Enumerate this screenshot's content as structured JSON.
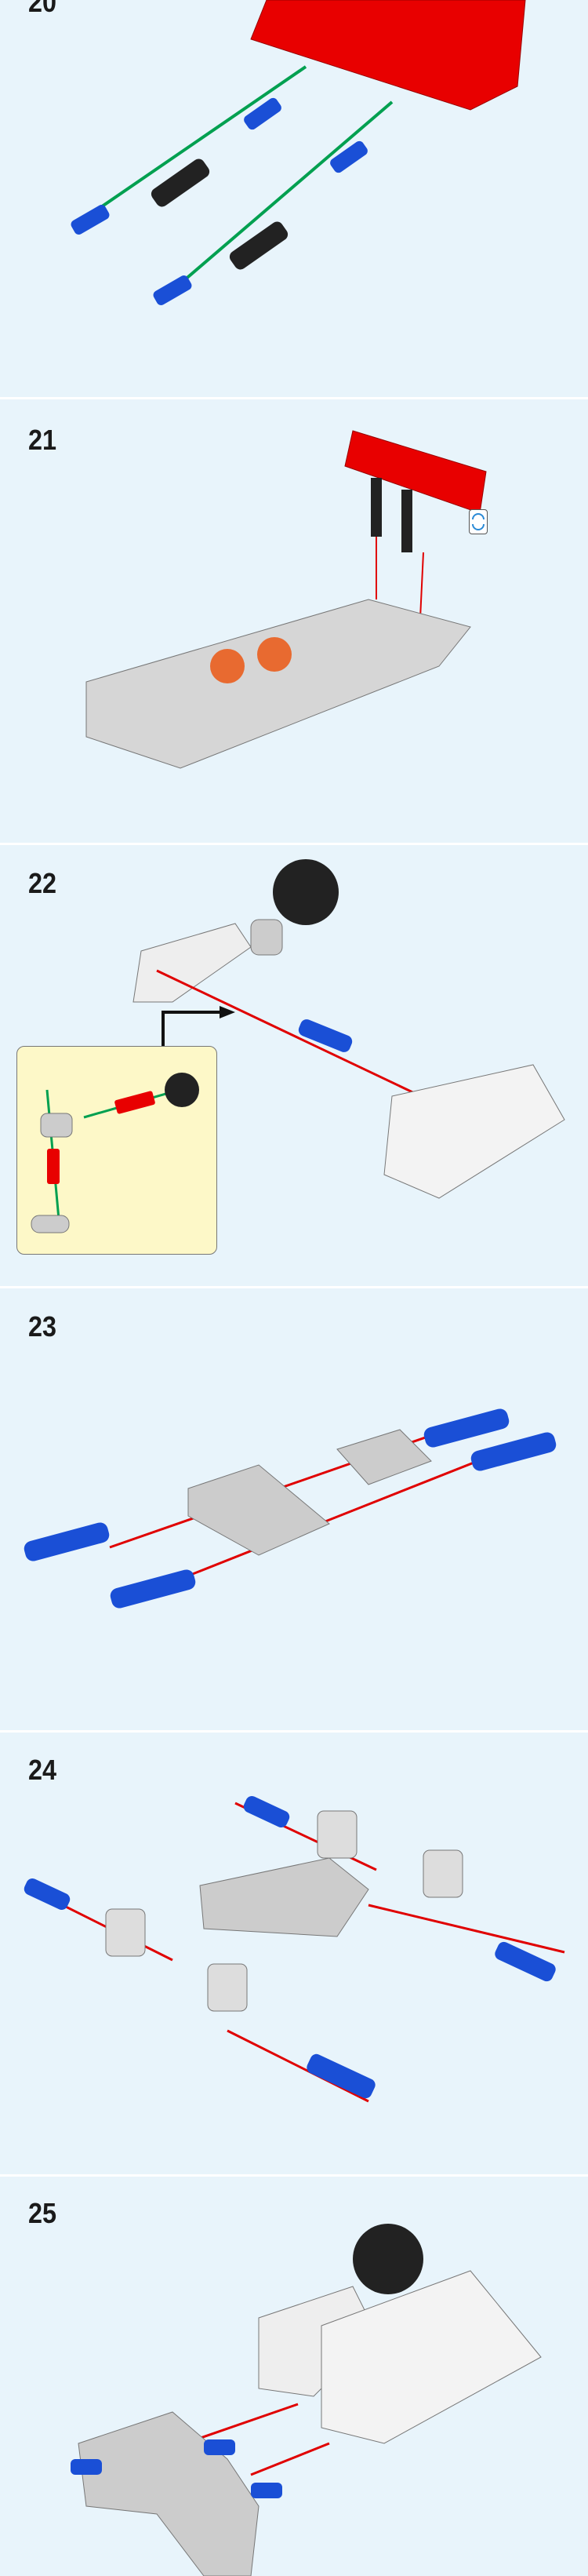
{
  "steps": [
    {
      "number": "20"
    },
    {
      "number": "21"
    },
    {
      "number": "22"
    },
    {
      "number": "23"
    },
    {
      "number": "24"
    },
    {
      "number": "25"
    }
  ],
  "icons": {
    "rotate": "rotate-model-icon"
  },
  "colors": {
    "background": "#e8f4fb",
    "callout": "#fdf8c8",
    "arrow_red": "#e00000",
    "arrow_green": "#00a050",
    "part_blue": "#1a4fd6",
    "part_red": "#e80000"
  }
}
